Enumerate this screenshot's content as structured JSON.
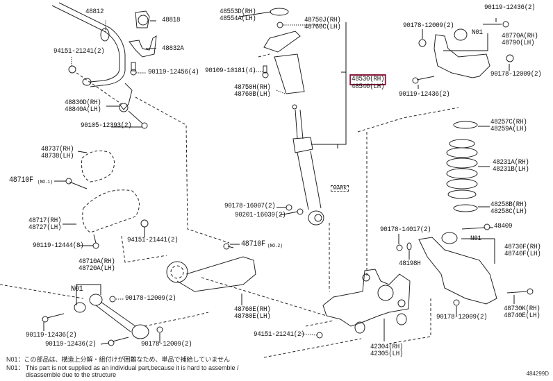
{
  "diagram": {
    "title": "Rear suspension parts diagram",
    "drawing_code": "484299D",
    "highlight_color": "#8b1a3b",
    "parts": {
      "p48812": "48812",
      "p48818": "48818",
      "p48832A": "48832A",
      "p94151_21241_top": "94151-21241(2)",
      "p90119_12456": "90119-12456(4)",
      "p48830D": "48830D(RH)",
      "p48840A": "48840A(LH)",
      "p90105_12393": "90105-12393(2)",
      "p48553D": "48553D(RH)",
      "p48554A": "48554A(LH)",
      "p48750J": "48750J(RH)",
      "p48760C": "48760C(LH)",
      "p90109_10181": "90109-10181(4)",
      "p48750H": "48750H(RH)",
      "p48760B": "48760B(LH)",
      "p48530": "48530(RH)",
      "p48540": "48540(LH)",
      "p90119_12436_tr": "90119-12436(2)",
      "p90178_12009_tr1": "90178-12009(2)",
      "n01_upper": "N01",
      "p48770A": "48770A(RH)",
      "p48790": "48790(LH)",
      "p90178_12009_tr2": "90178-12009(2)",
      "p90119_12436_tr2": "90119-12436(2)",
      "p48257C": "48257C(RH)",
      "p48259A": "48259A(LH)",
      "p48231A": "48231A(RH)",
      "p48231B": "48231B(LH)",
      "p48258B": "48258B(RH)",
      "p48258C": "48258C(LH)",
      "p48737": "48737(RH)",
      "p48738": "48738(LH)",
      "p48710F_1": "48710F",
      "p48710F_1_suffix": "(NO.1)",
      "p48717": "48717(RH)",
      "p48727": "48727(LH)",
      "p94151_21441": "94151-21441(2)",
      "p90119_12444": "90119-12444(8)",
      "mark_label": "MARK",
      "p90178_16007": "90178-16007(2)",
      "p90201_16039": "90201-16039(2)",
      "p48710F_2": "48710F",
      "p48710F_2_suffix": "(NO.2)",
      "p90178_14017": "90178-14017(2)",
      "p48409": "48409",
      "n01_lower_right": "N01",
      "p48198H": "48198H",
      "p48730F": "48730F(RH)",
      "p48740F": "48740F(LH)",
      "p48710A": "48710A(RH)",
      "p48720A": "48720A(LH)",
      "n01_left": "N01",
      "p90178_12009_left": "90178-12009(2)",
      "p48760E": "48760E(RH)",
      "p48780E": "48780E(LH)",
      "p90178_12009_br": "90178-12009(2)",
      "p48730K": "48730K(RH)",
      "p48740E": "48740E(LH)",
      "p90119_12436_bl1": "90119-12436(2)",
      "p90119_12436_bl2": "90119-12436(2)",
      "p90178_12009_bl": "90178-12009(2)",
      "p94151_21241_bot": "94151-21241(2)",
      "p42304": "42304(RH)",
      "p42305": "42305(LH)"
    },
    "notes": {
      "jp": "N01：この部品は、構造上分解・組付けが困難なため、単品で補給していません",
      "en_line1": "N01： This part is not supplied as an individual part,because it is hard to assemble /",
      "en_line2": "disassemble due to the structure"
    }
  }
}
